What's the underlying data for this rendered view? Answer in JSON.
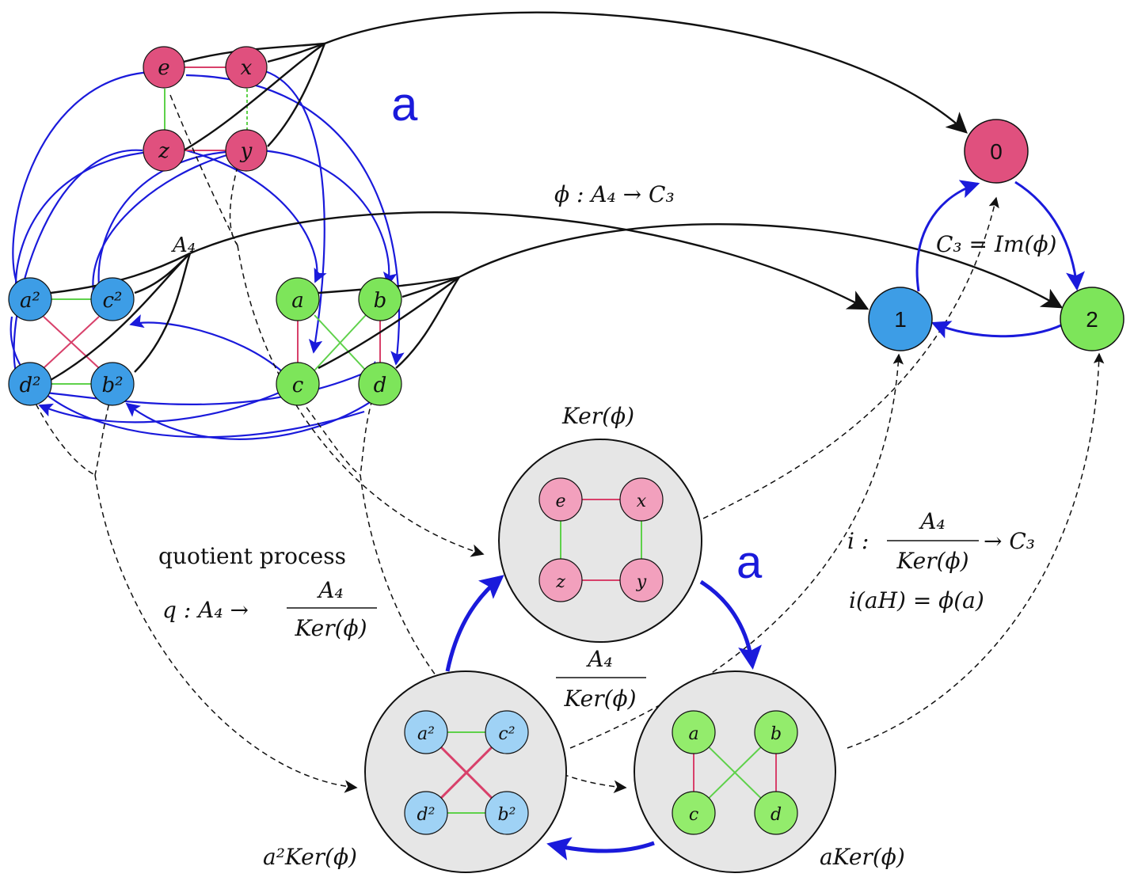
{
  "colors": {
    "identity": "#e0507e",
    "identity_light": "#f2a0bd",
    "coset_a2": "#3d9de6",
    "coset_a2_light": "#9fd2f5",
    "coset_a": "#7de55a",
    "coset_a_light": "#93ec6c",
    "action_arrow": "#1a1adb",
    "edge_green": "#5ed14a",
    "edge_red": "#d8406a",
    "coset_bg": "#e6e6e6"
  },
  "group": {
    "label": "A₄",
    "nodes": {
      "e": "e",
      "x": "x",
      "z": "z",
      "y": "y",
      "a2": "a²",
      "c2": "c²",
      "d2": "d²",
      "b2": "b²",
      "a": "a",
      "b": "b",
      "c": "c",
      "d": "d"
    },
    "generator_label": "a"
  },
  "image": {
    "map_label": "ϕ : A₄ → C₃",
    "image_label": "C₃ = Im(ϕ)",
    "nodes": {
      "n0": "0",
      "n1": "1",
      "n2": "2"
    }
  },
  "quotient": {
    "process_label": "quotient process",
    "q_prefix": "q : A₄ →",
    "q_numerator": "A₄",
    "q_denominator": "Ker(ϕ)",
    "center_numerator": "A₄",
    "center_denominator": "Ker(ϕ)",
    "generator_label": "a",
    "ker_label": "Ker(ϕ)",
    "a2ker_label": "a²Ker(ϕ)",
    "aker_label": "aKer(ϕ)",
    "ker_nodes": {
      "e": "e",
      "x": "x",
      "z": "z",
      "y": "y"
    },
    "a2_nodes": {
      "a2": "a²",
      "c2": "c²",
      "d2": "d²",
      "b2": "b²"
    },
    "a_nodes": {
      "a": "a",
      "b": "b",
      "c": "c",
      "d": "d"
    }
  },
  "iso": {
    "i_prefix": "i :",
    "i_numerator": "A₄",
    "i_denominator": "Ker(ϕ)",
    "i_suffix": "→ C₃",
    "formula": "i(aH) = ϕ(a)"
  }
}
